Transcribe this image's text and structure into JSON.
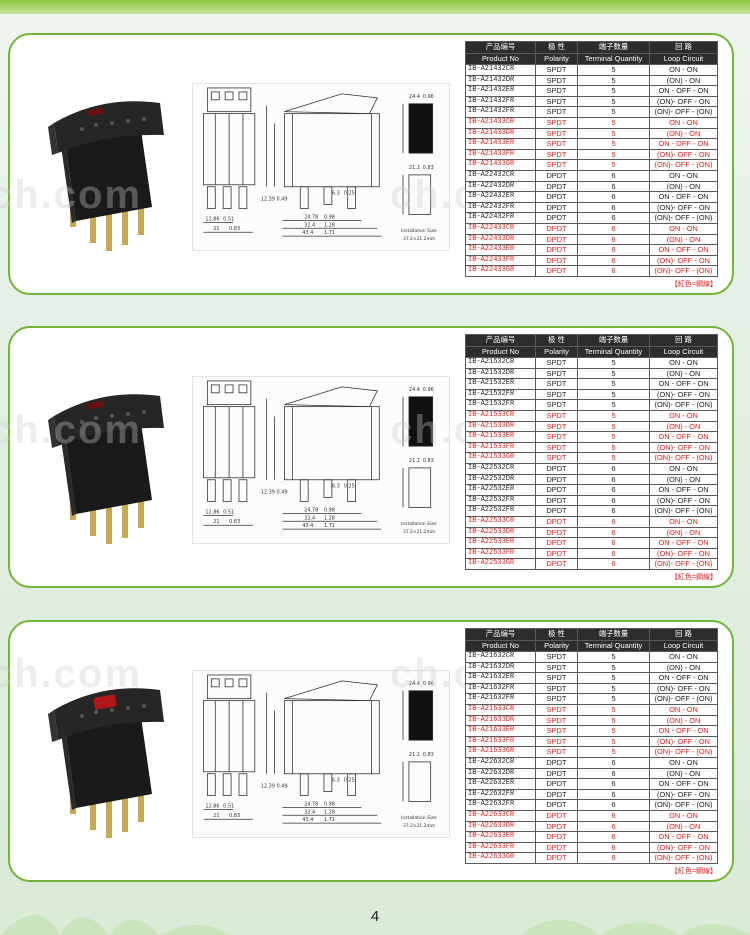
{
  "headers": {
    "product_cn": "产品编号",
    "product_en": "Product No",
    "polarity_cn": "极 性",
    "polarity_en": "Polarity",
    "terminal_cn": "端子数量",
    "terminal_en": "Terminal Quantity",
    "loop_cn": "回 路",
    "loop_en": "Loop Circuit"
  },
  "note": "【紅色=鋼線】",
  "page_number": "4",
  "watermark": "ch.com",
  "drawing_labels": {
    "installation_size": "Installation Size:",
    "installation_value": "37.2×21.2mm"
  },
  "colors": {
    "border": "#72b43c",
    "red_text": "#e0201e",
    "header_bg": "#2d2d2d"
  },
  "tables": [
    {
      "rows": [
        {
          "pn": "IB-A21432CR",
          "pol": "SPDT",
          "term": "5",
          "loop": "ON - ON",
          "red": false
        },
        {
          "pn": "IB-A21432DR",
          "pol": "SPDT",
          "term": "5",
          "loop": "(ON) - ON",
          "red": false
        },
        {
          "pn": "IB-A21432ER",
          "pol": "SPDT",
          "term": "5",
          "loop": "ON - OFF - ON",
          "red": false
        },
        {
          "pn": "IB-A21432FR",
          "pol": "SPDT",
          "term": "5",
          "loop": "(ON)- OFF - ON",
          "red": false
        },
        {
          "pn": "IB-A21432FR",
          "pol": "SPDT",
          "term": "5",
          "loop": "(ON)- OFF - (ON)",
          "red": false
        },
        {
          "pn": "IB-A21433CR",
          "pol": "SPDT",
          "term": "5",
          "loop": "ON - ON",
          "red": true
        },
        {
          "pn": "IB-A21433DR",
          "pol": "SPDT",
          "term": "5",
          "loop": "(ON) - ON",
          "red": true
        },
        {
          "pn": "IB-A21433ER",
          "pol": "SPDT",
          "term": "5",
          "loop": "ON - OFF - ON",
          "red": true
        },
        {
          "pn": "IB-A21433FR",
          "pol": "SPDT",
          "term": "5",
          "loop": "(ON)- OFF - ON",
          "red": true
        },
        {
          "pn": "IB-A21433GR",
          "pol": "SPDT",
          "term": "5",
          "loop": "(ON)- OFF - (ON)",
          "red": true
        },
        {
          "pn": "IB-A22432CR",
          "pol": "DPDT",
          "term": "6",
          "loop": "ON - ON",
          "red": false
        },
        {
          "pn": "IB-A22432DR",
          "pol": "DPDT",
          "term": "6",
          "loop": "(ON) - ON",
          "red": false
        },
        {
          "pn": "IB-A22432ER",
          "pol": "DPDT",
          "term": "6",
          "loop": "ON - OFF - ON",
          "red": false
        },
        {
          "pn": "IB-A22432FR",
          "pol": "DPDT",
          "term": "6",
          "loop": "(ON)- OFF - ON",
          "red": false
        },
        {
          "pn": "IB-A22432FR",
          "pol": "DPDT",
          "term": "6",
          "loop": "(ON)- OFF - (ON)",
          "red": false
        },
        {
          "pn": "IB-A22433CR",
          "pol": "DPDT",
          "term": "6",
          "loop": "ON - ON",
          "red": true
        },
        {
          "pn": "IB-A22433DR",
          "pol": "DPDT",
          "term": "6",
          "loop": "(ON) - ON",
          "red": true
        },
        {
          "pn": "IB-A22433ER",
          "pol": "DPDT",
          "term": "6",
          "loop": "ON - OFF - ON",
          "red": true
        },
        {
          "pn": "IB-A22433FR",
          "pol": "DPDT",
          "term": "6",
          "loop": "(ON)- OFF - ON",
          "red": true
        },
        {
          "pn": "IB-A22433GR",
          "pol": "DPDT",
          "term": "6",
          "loop": "(ON)- OFF - (ON)",
          "red": true
        }
      ]
    },
    {
      "rows": [
        {
          "pn": "IB-A21532CR",
          "pol": "SPDT",
          "term": "5",
          "loop": "ON - ON",
          "red": false
        },
        {
          "pn": "IB-A21532DR",
          "pol": "SPDT",
          "term": "5",
          "loop": "(ON) - ON",
          "red": false
        },
        {
          "pn": "IB-A21532ER",
          "pol": "SPDT",
          "term": "5",
          "loop": "ON - OFF - ON",
          "red": false
        },
        {
          "pn": "IB-A21532FR",
          "pol": "SPDT",
          "term": "5",
          "loop": "(ON)- OFF - ON",
          "red": false
        },
        {
          "pn": "IB-A21532FR",
          "pol": "SPDT",
          "term": "5",
          "loop": "(ON)- OFF - (ON)",
          "red": false
        },
        {
          "pn": "IB-A21533CR",
          "pol": "SPDT",
          "term": "5",
          "loop": "ON - ON",
          "red": true
        },
        {
          "pn": "IB-A21533DR",
          "pol": "SPDT",
          "term": "5",
          "loop": "(ON) - ON",
          "red": true
        },
        {
          "pn": "IB-A21533ER",
          "pol": "SPDT",
          "term": "5",
          "loop": "ON - OFF - ON",
          "red": true
        },
        {
          "pn": "IB-A21533FR",
          "pol": "SPDT",
          "term": "5",
          "loop": "(ON)- OFF - ON",
          "red": true
        },
        {
          "pn": "IB-A21533GR",
          "pol": "SPDT",
          "term": "5",
          "loop": "(ON)- OFF - (ON)",
          "red": true
        },
        {
          "pn": "IB-A22532CR",
          "pol": "DPDT",
          "term": "6",
          "loop": "ON - ON",
          "red": false
        },
        {
          "pn": "IB-A22532DR",
          "pol": "DPDT",
          "term": "6",
          "loop": "(ON) - ON",
          "red": false
        },
        {
          "pn": "IB-A22532ER",
          "pol": "DPDT",
          "term": "6",
          "loop": "ON - OFF - ON",
          "red": false
        },
        {
          "pn": "IB-A22532FR",
          "pol": "DPDT",
          "term": "6",
          "loop": "(ON)- OFF - ON",
          "red": false
        },
        {
          "pn": "IB-A22532FR",
          "pol": "DPDT",
          "term": "6",
          "loop": "(ON)- OFF - (ON)",
          "red": false
        },
        {
          "pn": "IB-A22533CR",
          "pol": "DPDT",
          "term": "6",
          "loop": "ON - ON",
          "red": true
        },
        {
          "pn": "IB-A22533DR",
          "pol": "DPDT",
          "term": "6",
          "loop": "(ON) - ON",
          "red": true
        },
        {
          "pn": "IB-A22533ER",
          "pol": "DPDT",
          "term": "6",
          "loop": "ON - OFF - ON",
          "red": true
        },
        {
          "pn": "IB-A22533FR",
          "pol": "DPDT",
          "term": "6",
          "loop": "(ON)- OFF - ON",
          "red": true
        },
        {
          "pn": "IB-A22533GR",
          "pol": "DPDT",
          "term": "6",
          "loop": "(ON)- OFF - (ON)",
          "red": true
        }
      ]
    },
    {
      "rows": [
        {
          "pn": "IB-A21632CR",
          "pol": "SPDT",
          "term": "5",
          "loop": "ON - ON",
          "red": false
        },
        {
          "pn": "IB-A21632DR",
          "pol": "SPDT",
          "term": "5",
          "loop": "(ON) - ON",
          "red": false
        },
        {
          "pn": "IB-A21632ER",
          "pol": "SPDT",
          "term": "5",
          "loop": "ON - OFF - ON",
          "red": false
        },
        {
          "pn": "IB-A21632FR",
          "pol": "SPDT",
          "term": "5",
          "loop": "(ON)- OFF - ON",
          "red": false
        },
        {
          "pn": "IB-A21632FR",
          "pol": "SPDT",
          "term": "5",
          "loop": "(ON)- OFF - (ON)",
          "red": false
        },
        {
          "pn": "IB-A21633CR",
          "pol": "SPDT",
          "term": "5",
          "loop": "ON - ON",
          "red": true
        },
        {
          "pn": "IB-A21633DR",
          "pol": "SPDT",
          "term": "5",
          "loop": "(ON) - ON",
          "red": true
        },
        {
          "pn": "IB-A21633ER",
          "pol": "SPDT",
          "term": "5",
          "loop": "ON - OFF - ON",
          "red": true
        },
        {
          "pn": "IB-A21633FR",
          "pol": "SPDT",
          "term": "5",
          "loop": "(ON)- OFF - ON",
          "red": true
        },
        {
          "pn": "IB-A21633GR",
          "pol": "SPDT",
          "term": "5",
          "loop": "(ON)- OFF - (ON)",
          "red": true
        },
        {
          "pn": "IB-A22632CR",
          "pol": "DPDT",
          "term": "6",
          "loop": "ON - ON",
          "red": false
        },
        {
          "pn": "IB-A22632DR",
          "pol": "DPDT",
          "term": "6",
          "loop": "(ON) - ON",
          "red": false
        },
        {
          "pn": "IB-A22632ER",
          "pol": "DPDT",
          "term": "6",
          "loop": "ON - OFF - ON",
          "red": false
        },
        {
          "pn": "IB-A22632FR",
          "pol": "DPDT",
          "term": "6",
          "loop": "(ON)- OFF - ON",
          "red": false
        },
        {
          "pn": "IB-A22632FR",
          "pol": "DPDT",
          "term": "6",
          "loop": "(ON)- OFF - (ON)",
          "red": false
        },
        {
          "pn": "IB-A22633CR",
          "pol": "DPDT",
          "term": "6",
          "loop": "ON - ON",
          "red": true
        },
        {
          "pn": "IB-A22633DR",
          "pol": "DPDT",
          "term": "6",
          "loop": "(ON) - ON",
          "red": true
        },
        {
          "pn": "IB-A22633ER",
          "pol": "DPDT",
          "term": "6",
          "loop": "ON - OFF - ON",
          "red": true
        },
        {
          "pn": "IB-A22633FR",
          "pol": "DPDT",
          "term": "6",
          "loop": "(ON)- OFF - ON",
          "red": true
        },
        {
          "pn": "IB-A22633GR",
          "pol": "DPDT",
          "term": "6",
          "loop": "(ON)- OFF - (ON)",
          "red": true
        }
      ]
    }
  ]
}
